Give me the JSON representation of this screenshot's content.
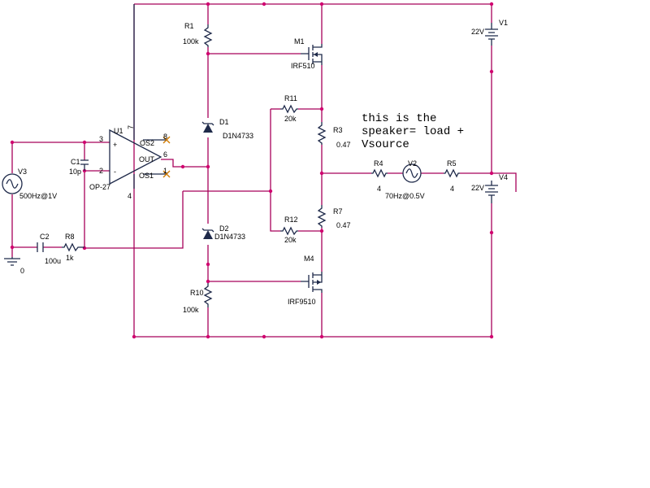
{
  "note_lines": [
    "this is the",
    "speaker= load +",
    "Vsource"
  ],
  "parts": {
    "R1": {
      "ref": "R1",
      "value": "100k"
    },
    "M1": {
      "ref": "M1",
      "value": "IRF510"
    },
    "R11": {
      "ref": "R11",
      "value": "20k"
    },
    "R3": {
      "ref": "R3",
      "value": "0.47"
    },
    "D1": {
      "ref": "D1",
      "value": "D1N4733"
    },
    "U1": {
      "ref": "U1",
      "value": "OP-27",
      "pins": {
        "p3": "3",
        "p2": "2",
        "p7": "7",
        "p4": "4",
        "p6": "6",
        "p8": "8",
        "p1": "1",
        "plus": "+",
        "minus": "-",
        "os2": "OS2",
        "out": "OUT",
        "os1": "OS1"
      }
    },
    "C1": {
      "ref": "C1",
      "value": "10p"
    },
    "V3": {
      "ref": "V3",
      "value": "500Hz@1V"
    },
    "C2": {
      "ref": "C2",
      "value": "100u"
    },
    "R8": {
      "ref": "R8",
      "value": "1k"
    },
    "GND": {
      "label": "0"
    },
    "D2": {
      "ref": "D2",
      "value": "D1N4733"
    },
    "R12": {
      "ref": "R12",
      "value": "20k"
    },
    "R7": {
      "ref": "R7",
      "value": "0.47"
    },
    "M4": {
      "ref": "M4",
      "value": "IRF9510"
    },
    "R10": {
      "ref": "R10",
      "value": "100k"
    },
    "R4": {
      "ref": "R4",
      "value": "4"
    },
    "V2": {
      "ref": "V2",
      "value": "70Hz@0.5V"
    },
    "R5": {
      "ref": "R5",
      "value": "4"
    },
    "V1": {
      "ref": "V1",
      "value": "22V"
    },
    "V4": {
      "ref": "V4",
      "value": "22V"
    }
  },
  "colors": {
    "wire": "#a8005a",
    "part": "#1f2a4a",
    "junction": "#d0006f",
    "no_connect": "#d07a00"
  }
}
